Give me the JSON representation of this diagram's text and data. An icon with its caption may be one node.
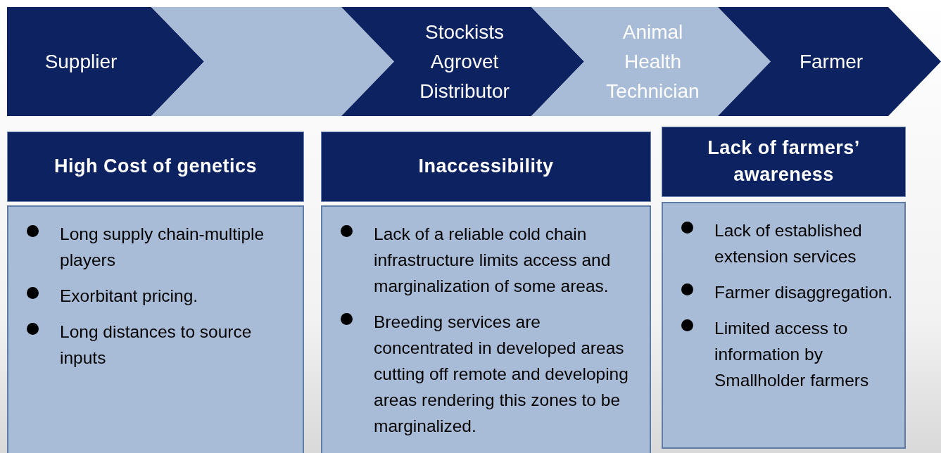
{
  "diagram": {
    "nodes": [
      {
        "text": [
          "Supplier"
        ]
      },
      {
        "text": [],
        "shape": "chevron"
      },
      {
        "text": [
          "Stockists Agrovet Distributor"
        ]
      },
      {
        "text": [
          "Animal Health Technician"
        ]
      },
      {
        "text": [
          "Farmer"
        ]
      },
      {
        "text": [
          "High Cost of genetics"
        ]
      },
      {
        "text": [
          "Inaccessibility"
        ]
      },
      {
        "text": [
          "Lack of farmers’ awareness"
        ]
      },
      {
        "text": [
          "Long supply chain-multiple players",
          "Exorbitant pricing.",
          "Long distances to source inputs"
        ]
      },
      {
        "text": [
          "Lack of a reliable cold chain infrastructure limits access and marginalization of some areas.",
          "Breeding services are concentrated in developed areas cutting off remote and developing areas rendering this zones to be marginalized."
        ]
      },
      {
        "text": [
          "Lack of established extension services",
          "Farmer disaggregation.",
          "Limited access to information by Smallholder farmers"
        ]
      }
    ],
    "edges": []
  }
}
